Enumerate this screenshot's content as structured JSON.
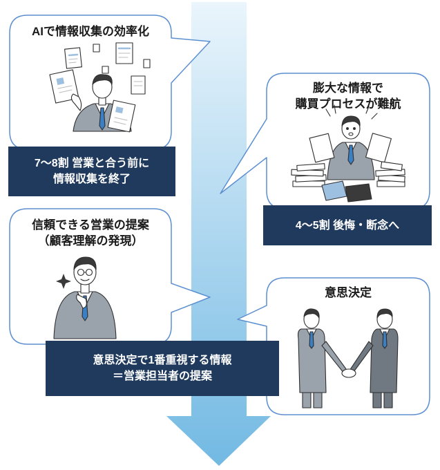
{
  "bubbles": {
    "ai_efficiency": {
      "title": "AIで情報収集の効率化"
    },
    "info_overload": {
      "title_line1": "膨大な情報で",
      "title_line2": "購買プロセスが難航"
    },
    "trusted_proposal": {
      "title_line1": "信頼できる営業の提案",
      "title_line2": "（顧客理解の発現）"
    },
    "decision": {
      "title": "意思決定"
    }
  },
  "labels": {
    "info_gathering": {
      "line1": "7～8割 営業と合う前に",
      "line2": "情報収集を終了"
    },
    "regret": {
      "line1": "4～5割 後悔・断念へ"
    },
    "key_info": {
      "line1": "意思決定で1番重視する情報",
      "line2": "＝営業担当者の提案"
    }
  },
  "colors": {
    "arrow_top": "#eaf5fc",
    "arrow_bottom": "#72b9e3",
    "bubble_border": "#5b8fd1",
    "label_bg": "#1f3a5c",
    "suit_gray": "#9aa3ab",
    "tie_blue": "#3b7fc4"
  }
}
